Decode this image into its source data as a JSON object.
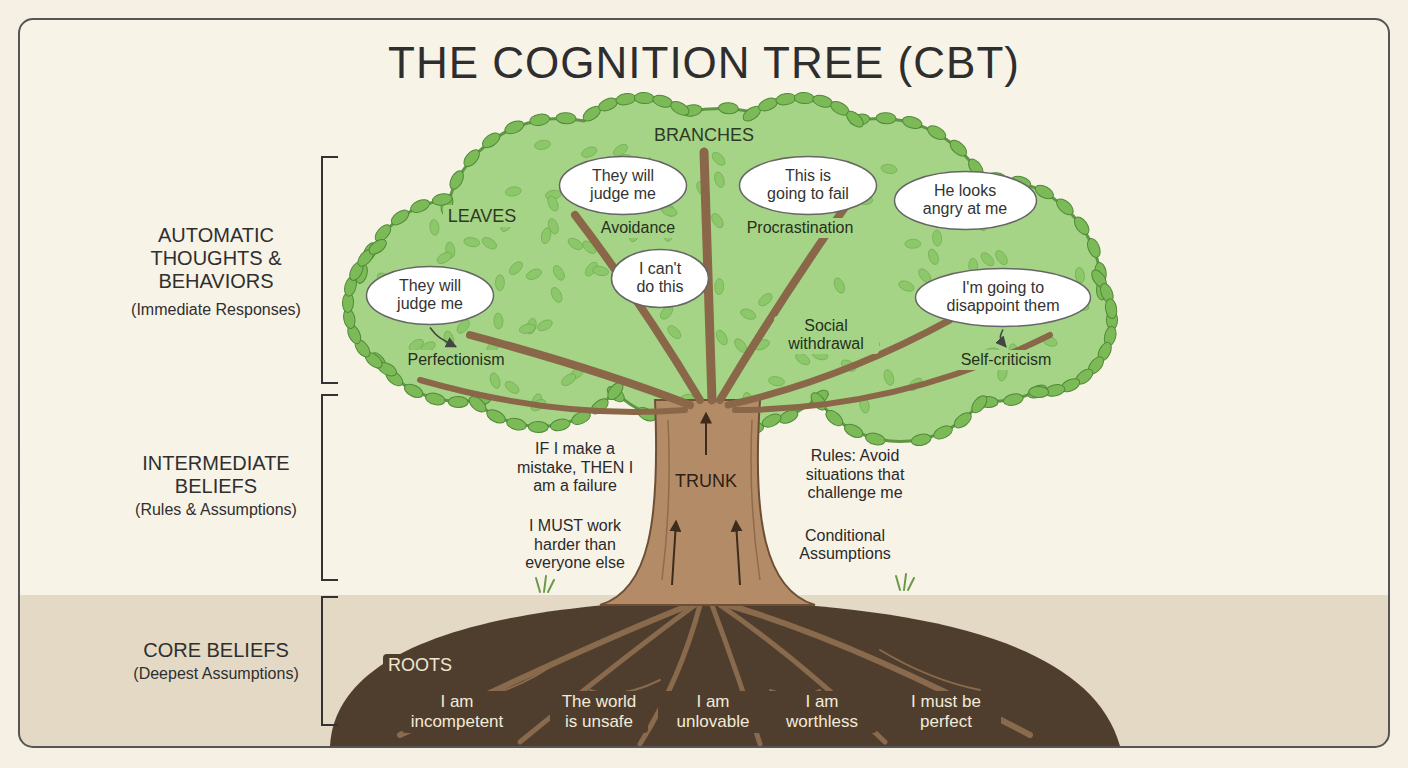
{
  "diagram": {
    "title": "THE COGNITION TREE (CBT)",
    "nodes": [
      {
        "text": [
          "They will judge me"
        ]
      },
      {
        "text": [
          "This is going to fail"
        ]
      },
      {
        "text": [
          "He looks angry at me"
        ]
      },
      {
        "text": [
          "They will judge me"
        ]
      },
      {
        "text": [
          "I can't do this"
        ]
      },
      {
        "text": [
          "I'm going to disappoint them"
        ]
      }
    ],
    "labels": [
      "AUTOMATIC THOUGHTS & BEHAVIORS",
      "(Immediate Responses)",
      "INTERMEDIATE BELIEFS",
      "(Rules & Assumptions)",
      "CORE BELIEFS",
      "(Deepest Assumptions)",
      "BRANCHES",
      "LEAVES",
      "Avoidance",
      "Procrastination",
      "Perfectionism",
      "Social withdrawal",
      "Self-criticism",
      "IF I make a mistake, THEN I am a failure",
      "I MUST work harder than everyone else",
      "TRUNK",
      "Rules: Avoid situations that challenge me",
      "Conditional Assumptions",
      "ROOTS",
      "I am incompetent",
      "The world is unsafe",
      "I am unlovable",
      "I am worthless",
      "I must be perfect"
    ]
  }
}
